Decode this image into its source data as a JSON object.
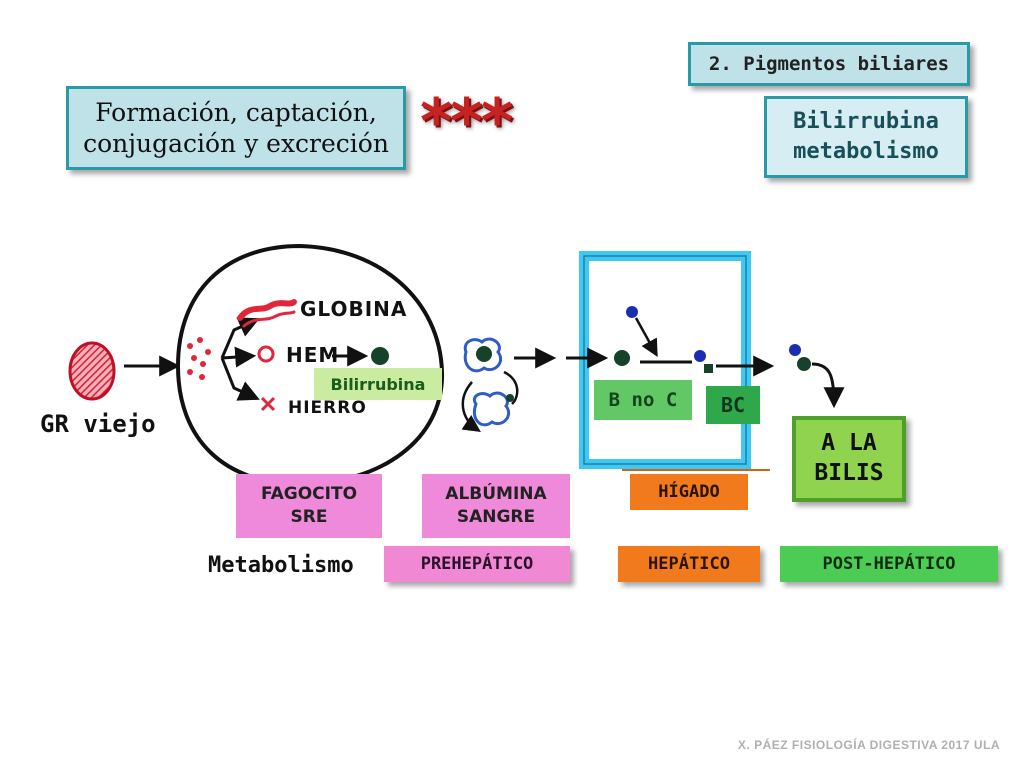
{
  "header": {
    "title": "Formación, captación,\nconjugación y excreción",
    "stars": "***",
    "tag": "2. Pigmentos biliares",
    "subtitle": "Bilirrubina\nmetabolismo"
  },
  "diagram": {
    "gr_label": "GR viejo",
    "globina": "GLOBINA",
    "hem": "HEM",
    "hierro": "HIERRO",
    "bilirrubina": "Bilirrubina",
    "b_no_c": "B no C",
    "bc": "BC",
    "a_la_bilis": "A LA\nBILIS",
    "fagocito": "FAGOCITO\nSRE",
    "albumina": "ALBÚMINA\nSANGRE",
    "higado": "HÍGADO"
  },
  "phases": {
    "label": "Metabolismo",
    "prehepatico": "PREHEPÁTICO",
    "hepatico": "HEPÁTICO",
    "posthepatico": "POST-HEPÁTICO"
  },
  "footer": "X. PÁEZ   FISIOLOGÍA DIGESTIVA 2017 ULA",
  "colors": {
    "teal_border": "#2a9aa8",
    "stars_red": "#c62222",
    "pink": "#ee8ad9",
    "orange": "#f07a1c",
    "green": "#4dcc55",
    "liver_blue": "#3fc8f0"
  }
}
